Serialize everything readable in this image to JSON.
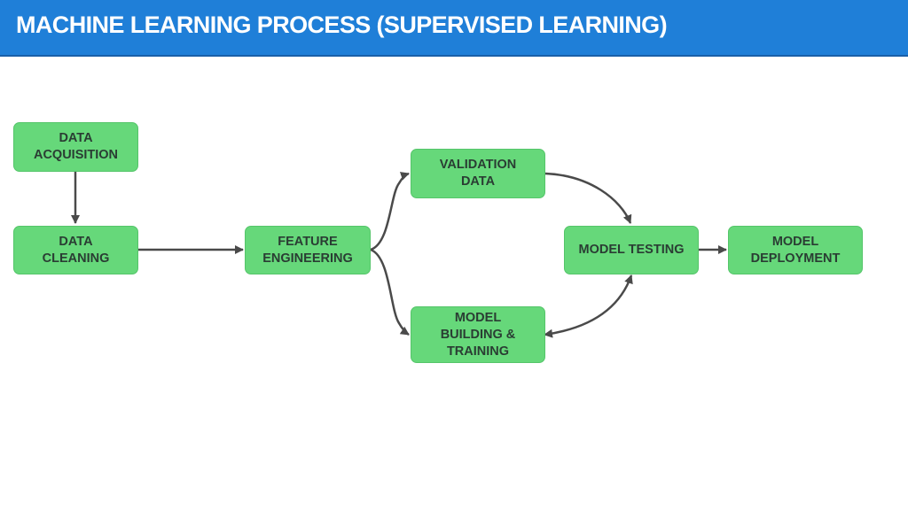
{
  "header": {
    "title": "MACHINE LEARNING PROCESS (SUPERVISED LEARNING)",
    "background": "#1f7fd8"
  },
  "colors": {
    "node_fill": "#66d87a",
    "node_text": "#2a3d33",
    "edge": "#4a4a4a"
  },
  "nodes": [
    {
      "id": "data-acquisition",
      "label": "DATA\nACQUISITION"
    },
    {
      "id": "data-cleaning",
      "label": "DATA\nCLEANING"
    },
    {
      "id": "feature-engineering",
      "label": "FEATURE\nENGINEERING"
    },
    {
      "id": "validation-data",
      "label": "VALIDATION\nDATA"
    },
    {
      "id": "model-building-training",
      "label": "MODEL\nBUILDING &\nTRAINING"
    },
    {
      "id": "model-testing",
      "label": "MODEL TESTING"
    },
    {
      "id": "model-deployment",
      "label": "MODEL\nDEPLOYMENT"
    }
  ],
  "edges": [
    {
      "from": "data-acquisition",
      "to": "data-cleaning",
      "bidirectional": false
    },
    {
      "from": "data-cleaning",
      "to": "feature-engineering",
      "bidirectional": false
    },
    {
      "from": "feature-engineering",
      "to": "validation-data",
      "bidirectional": false
    },
    {
      "from": "feature-engineering",
      "to": "model-building-training",
      "bidirectional": false
    },
    {
      "from": "validation-data",
      "to": "model-testing",
      "bidirectional": false
    },
    {
      "from": "model-building-training",
      "to": "model-testing",
      "bidirectional": true
    },
    {
      "from": "model-testing",
      "to": "model-deployment",
      "bidirectional": false
    }
  ]
}
